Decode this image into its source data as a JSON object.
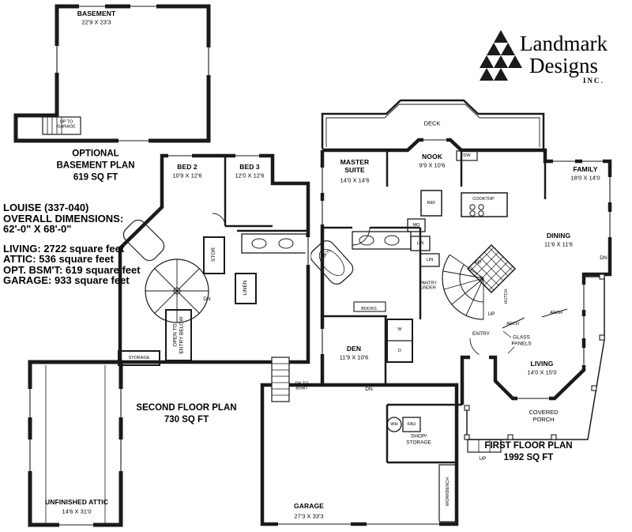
{
  "logo": {
    "word1": "Landmark",
    "word2": "Designs",
    "inc": "INC."
  },
  "info": {
    "title": "LOUISE (337-040)",
    "dims1": "OVERALL DIMENSIONS:",
    "dims2": "62'-0\" X 68'-0\"",
    "stats": [
      "LIVING: 2722 square feet",
      "ATTIC: 536 square feet",
      "OPT. BSM'T: 619 square feet",
      "GARAGE: 933 square feet"
    ]
  },
  "basement": {
    "room": "BASEMENT",
    "room_size": "22'9 X 23'3",
    "stair": "UP TO\nGARAGE",
    "caption": "OPTIONAL\nBASEMENT PLAN\n619 SQ FT"
  },
  "second": {
    "caption": "SECOND FLOOR PLAN\n730 SQ FT",
    "bed2": "BED 2",
    "bed2_size": "10'9 X 12'6",
    "bed3": "BED 3",
    "bed3_size": "12'0 X 12'6",
    "attic": "UNFINISHED ATTIC",
    "attic_size": "14'6 X 31'0",
    "stor": "STOR",
    "linen": "LINEN",
    "dn": "DN",
    "open_below": "OPEN TO\nENTRY BELOW",
    "storage": "STORAGE"
  },
  "first": {
    "caption": "FIRST FLOOR PLAN\n1992 SQ FT",
    "deck": "DECK",
    "nook": "NOOK",
    "nook_size": "9'9 X 10'6",
    "master": "MASTER\nSUITE",
    "master_size": "14'0 X 14'6",
    "family": "FAMILY",
    "family_size": "18'0 X 14'0",
    "dining": "DINING",
    "dining_size": "11'6 X 11'6",
    "living": "LIVING",
    "living_size": "14'0 X 15'0",
    "den": "DEN",
    "den_size": "11'9 X 10'6",
    "garage": "GARAGE",
    "garage_size": "27'3 X 33'3",
    "porch": "COVERED\nPORCH",
    "shop": "SHOP/\nSTORAGE",
    "entry": "ENTRY",
    "glass": "GLASS\nPANELS",
    "dw": "DW",
    "cooktop": "COOKTOP",
    "ref": "REF",
    "mo": "MO",
    "lin1": "LIN",
    "lin2": "LIN",
    "skyl": "SKYL",
    "books": "BOOKS",
    "pantry": "PANTRY\nUNDER",
    "fp": "FP",
    "hutch": "HUTCH",
    "up1": "UP",
    "up2": "UP",
    "arch1": "ARCH",
    "arch2": "ARCH",
    "w": "W",
    "d": "D",
    "dn1": "DN",
    "dn2": "DN",
    "dn_bsmt": "DN TO\nBSMT",
    "wh": "WH",
    "fau": "FAU",
    "workbench": "WORKBENCH"
  }
}
